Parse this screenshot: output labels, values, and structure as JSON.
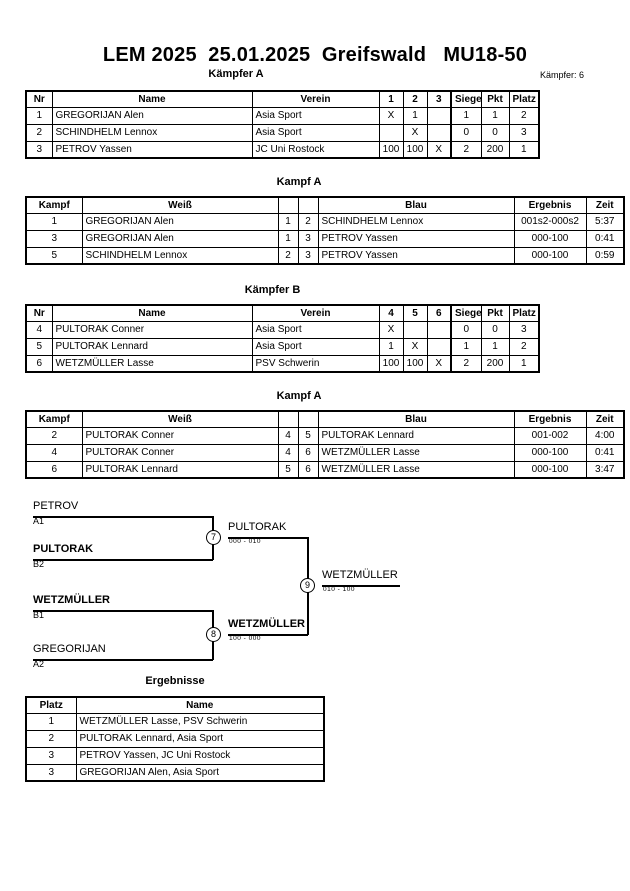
{
  "header": {
    "title": "LEM 2025  25.01.2025  Greifswald   MU18-50",
    "pool_a_label": "Kämpfer A",
    "fighter_count": "Kämpfer: 6"
  },
  "pool_a": {
    "heading": "Kämpfer A",
    "columns": [
      "Nr",
      "Name",
      "Verein",
      "1",
      "2",
      "3",
      "Siege",
      "Pkt",
      "Platz"
    ],
    "rows": [
      {
        "nr": "1",
        "name": "GREGORIJAN Alen",
        "verein": "Asia Sport",
        "m1": "X",
        "m2": "1",
        "m3": "",
        "siege": "1",
        "pkt": "1",
        "platz": "2"
      },
      {
        "nr": "2",
        "name": "SCHINDHELM Lennox",
        "verein": "Asia Sport",
        "m1": "",
        "m2": "X",
        "m3": "",
        "siege": "0",
        "pkt": "0",
        "platz": "3"
      },
      {
        "nr": "3",
        "name": "PETROV Yassen",
        "verein": "JC Uni Rostock",
        "m1": "100",
        "m2": "100",
        "m3": "X",
        "siege": "2",
        "pkt": "200",
        "platz": "1"
      }
    ]
  },
  "bouts_a": {
    "heading": "Kampf A",
    "columns": [
      "Kampf",
      "Weiß",
      "",
      "",
      "Blau",
      "Ergebnis",
      "Zeit"
    ],
    "rows": [
      {
        "kampf": "1",
        "weiss": "GREGORIJAN Alen",
        "weiss_bold": true,
        "n1": "1",
        "n2": "2",
        "blau": "SCHINDHELM Lennox",
        "blau_bold": false,
        "ergebnis": "001s2-000s2",
        "zeit": "5:37"
      },
      {
        "kampf": "3",
        "weiss": "GREGORIJAN Alen",
        "weiss_bold": false,
        "n1": "1",
        "n2": "3",
        "blau": "PETROV Yassen",
        "blau_bold": true,
        "ergebnis": "000-100",
        "zeit": "0:41"
      },
      {
        "kampf": "5",
        "weiss": "SCHINDHELM Lennox",
        "weiss_bold": false,
        "n1": "2",
        "n2": "3",
        "blau": "PETROV Yassen",
        "blau_bold": true,
        "ergebnis": "000-100",
        "zeit": "0:59"
      }
    ]
  },
  "pool_b": {
    "heading": "Kämpfer B",
    "columns": [
      "Nr",
      "Name",
      "Verein",
      "4",
      "5",
      "6",
      "Siege",
      "Pkt",
      "Platz"
    ],
    "rows": [
      {
        "nr": "4",
        "name": "PULTORAK Conner",
        "verein": "Asia Sport",
        "m1": "X",
        "m2": "",
        "m3": "",
        "siege": "0",
        "pkt": "0",
        "platz": "3"
      },
      {
        "nr": "5",
        "name": "PULTORAK Lennard",
        "verein": "Asia Sport",
        "m1": "1",
        "m2": "X",
        "m3": "",
        "siege": "1",
        "pkt": "1",
        "platz": "2"
      },
      {
        "nr": "6",
        "name": "WETZMÜLLER Lasse",
        "verein": "PSV Schwerin",
        "m1": "100",
        "m2": "100",
        "m3": "X",
        "siege": "2",
        "pkt": "200",
        "platz": "1"
      }
    ]
  },
  "bouts_b": {
    "heading": "Kampf A",
    "columns": [
      "Kampf",
      "Weiß",
      "",
      "",
      "Blau",
      "Ergebnis",
      "Zeit"
    ],
    "rows": [
      {
        "kampf": "2",
        "weiss": "PULTORAK Conner",
        "weiss_bold": false,
        "n1": "4",
        "n2": "5",
        "blau": "PULTORAK Lennard",
        "blau_bold": true,
        "ergebnis": "001-002",
        "zeit": "4:00"
      },
      {
        "kampf": "4",
        "weiss": "PULTORAK Conner",
        "weiss_bold": false,
        "n1": "4",
        "n2": "6",
        "blau": "WETZMÜLLER Lasse",
        "blau_bold": true,
        "ergebnis": "000-100",
        "zeit": "0:41"
      },
      {
        "kampf": "6",
        "weiss": "PULTORAK Lennard",
        "weiss_bold": false,
        "n1": "5",
        "n2": "6",
        "blau": "WETZMÜLLER Lasse",
        "blau_bold": true,
        "ergebnis": "000-100",
        "zeit": "3:47"
      }
    ]
  },
  "bracket": {
    "entries": [
      {
        "name": "PETROV",
        "seed": "A1"
      },
      {
        "name": "PULTORAK",
        "seed": "B2"
      },
      {
        "name": "WETZMÜLLER",
        "seed": "B1"
      },
      {
        "name": "GREGORIJAN",
        "seed": "A2"
      }
    ],
    "matches": [
      {
        "number": "7",
        "winner": "PULTORAK",
        "score": "000 - 010"
      },
      {
        "number": "8",
        "winner": "WETZMÜLLER",
        "score": "100 - 000"
      },
      {
        "number": "9",
        "winner": "WETZMÜLLER",
        "score": "010 - 100"
      }
    ]
  },
  "results": {
    "heading": "Ergebnisse",
    "columns": [
      "Platz",
      "Name"
    ],
    "rows": [
      {
        "platz": "1",
        "name": "WETZMÜLLER Lasse, PSV Schwerin"
      },
      {
        "platz": "2",
        "name": "PULTORAK Lennard, Asia Sport"
      },
      {
        "platz": "3",
        "name": "PETROV Yassen, JC Uni Rostock"
      },
      {
        "platz": "3",
        "name": "GREGORIJAN Alen, Asia Sport"
      }
    ]
  }
}
